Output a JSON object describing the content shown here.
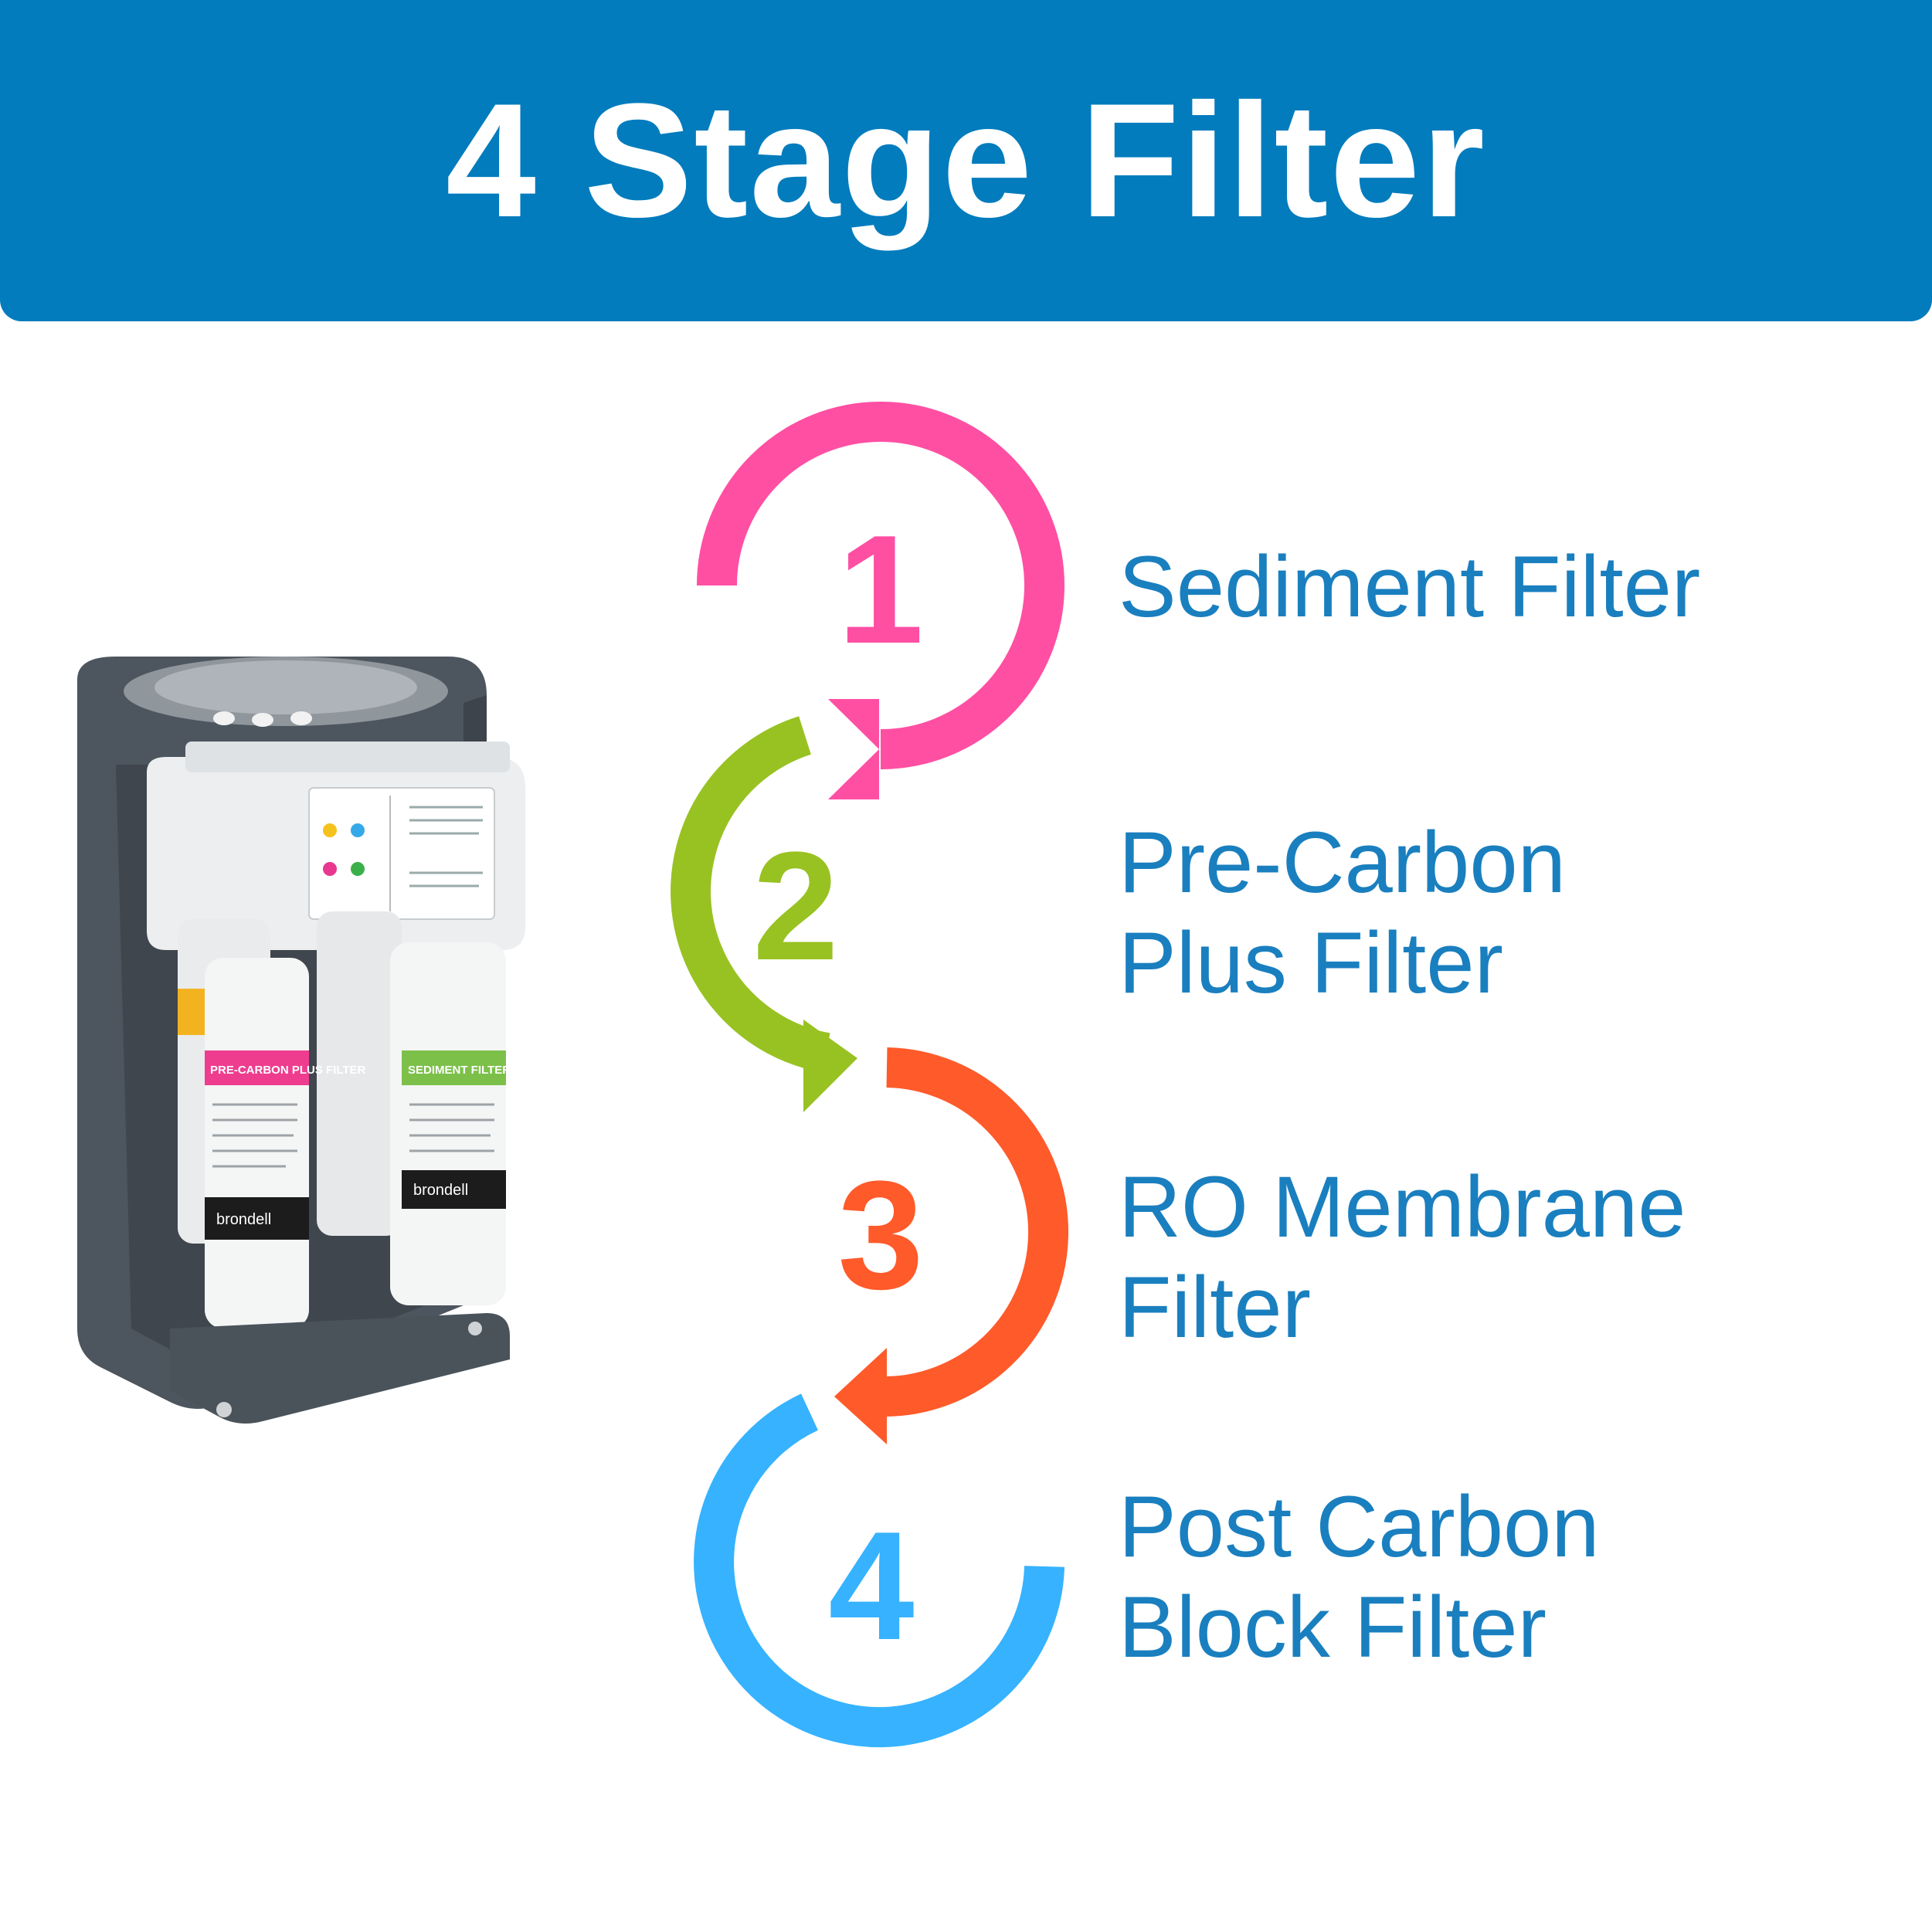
{
  "header": {
    "title": "4 Stage Filter",
    "background_color": "#027cbd",
    "text_color": "#ffffff"
  },
  "stages": [
    {
      "number": "1",
      "label_lines": [
        "Sediment Filter"
      ],
      "color": "#ff4fa3"
    },
    {
      "number": "2",
      "label_lines": [
        "Pre-Carbon",
        "Plus Filter"
      ],
      "color": "#98c222"
    },
    {
      "number": "3",
      "label_lines": [
        "RO Membrane",
        "Filter"
      ],
      "color": "#ff5a2a"
    },
    {
      "number": "4",
      "label_lines": [
        "Post Carbon",
        "Block Filter"
      ],
      "color": "#36b2ff"
    }
  ],
  "label_color": "#1a7fbf",
  "device": {
    "cartridge_labels": [
      "PRE-CARBON PLUS FILTER",
      "SEDIMENT FILTER"
    ],
    "brand": "brondell"
  }
}
